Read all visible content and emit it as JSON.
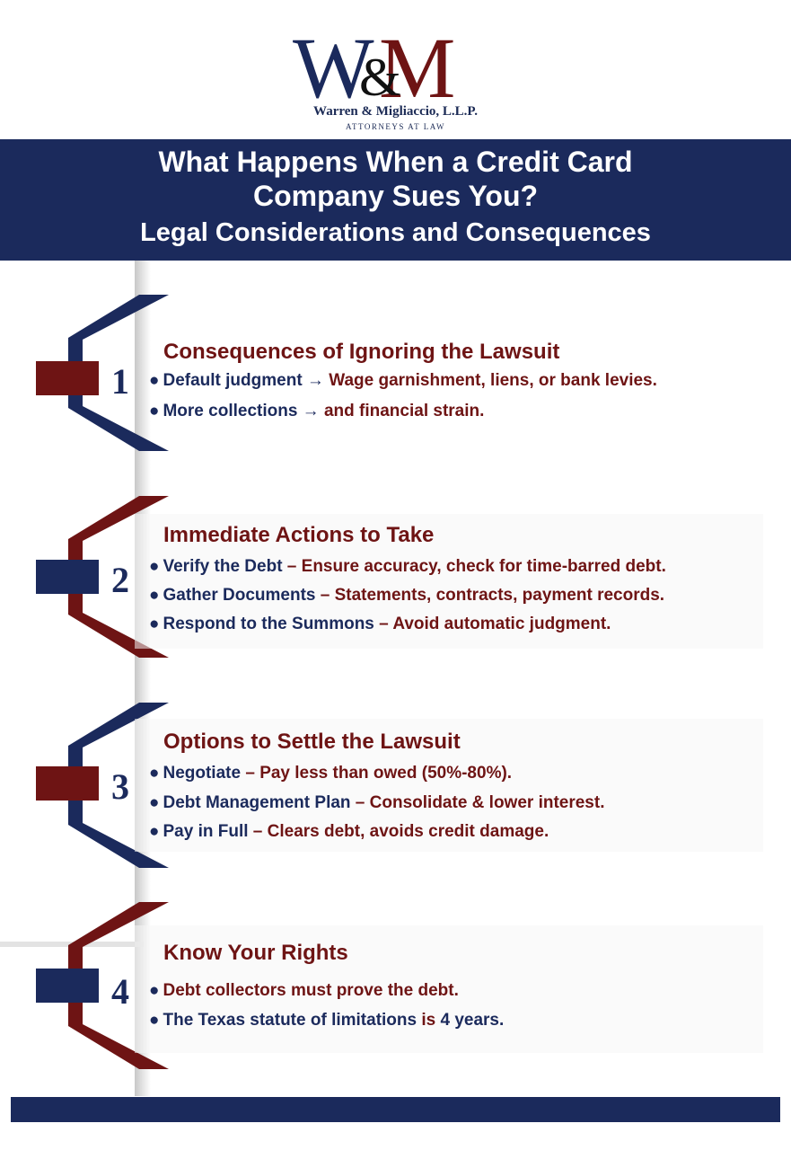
{
  "logo": {
    "monogram_left": "W",
    "monogram_amp": "&",
    "monogram_right": "M",
    "firm_name": "Warren & Migliaccio, L.L.P.",
    "firm_tagline": "ATTORNEYS AT LAW"
  },
  "banner": {
    "title_line1": "What Happens When a Credit Card",
    "title_line2": "Company Sues You?",
    "subtitle": "Legal Considerations and Consequences"
  },
  "colors": {
    "navy": "#1b2a5c",
    "maroon": "#6e1414"
  },
  "sections": [
    {
      "number": "1",
      "title": "Consequences of Ignoring the Lawsuit",
      "bullets": [
        {
          "lead": "Default judgment",
          "sep": " → ",
          "detail": "Wage garnishment, liens, or bank levies."
        },
        {
          "lead": "More collections",
          "sep": " → ",
          "detail": "and financial strain."
        }
      ]
    },
    {
      "number": "2",
      "title": "Immediate Actions to Take",
      "bullets": [
        {
          "lead": "Verify the Debt",
          "sep": " – ",
          "detail": "Ensure accuracy, check for time-barred debt."
        },
        {
          "lead": "Gather Documents",
          "sep": " – ",
          "detail": "Statements, contracts, payment records."
        },
        {
          "lead": "Respond to the Summons",
          "sep": " – ",
          "detail": "Avoid automatic judgment."
        }
      ]
    },
    {
      "number": "3",
      "title": "Options to Settle the Lawsuit",
      "bullets": [
        {
          "lead": "Negotiate",
          "sep": " – ",
          "detail": "Pay less than owed (50%-80%)."
        },
        {
          "lead": "Debt Management Plan",
          "sep": " – ",
          "detail": "Consolidate & lower interest."
        },
        {
          "lead": "Pay in Full",
          "sep": " – ",
          "detail": "Clears debt, avoids credit damage."
        }
      ]
    },
    {
      "number": "4",
      "title": "Know Your Rights",
      "bullets": [
        {
          "lead": "",
          "sep": "",
          "detail": "Debt collectors must prove the debt."
        },
        {
          "lead": "The Texas statute of limitations",
          "sep": " is ",
          "detail": "4 years."
        }
      ]
    }
  ]
}
